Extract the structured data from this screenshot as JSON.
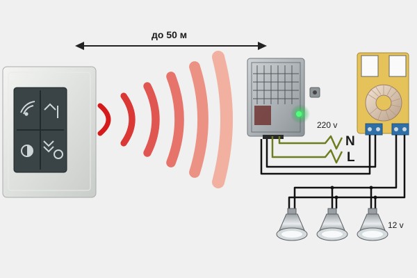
{
  "labels": {
    "distance": "до 50 м",
    "input_voltage": "220 v",
    "neutral": "N",
    "line": "L",
    "output_voltage": "12 v"
  },
  "remote": {
    "icons": [
      "signal-icon",
      "arrow-up-bar-icon",
      "half-moon-icon",
      "arrow-down-circle-icon"
    ]
  },
  "colors": {
    "wave_dark": "#d41a1a",
    "wave_light": "#f2b0a0",
    "wire_black": "#111111",
    "wire_green": "#6b7d1f",
    "terminal_blue": "#2f6fa8",
    "panel": "#d9dcd9"
  },
  "signal_waves": 6,
  "lamps": 3
}
